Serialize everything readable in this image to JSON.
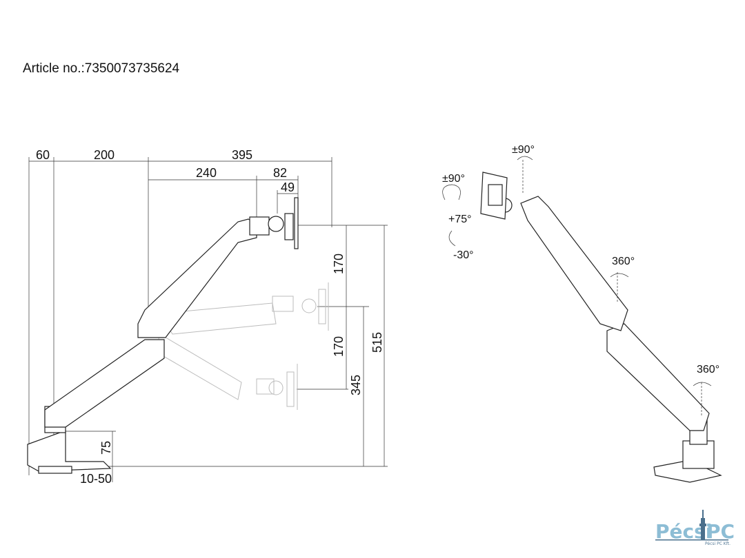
{
  "article": "Article no.:7350073735624",
  "side_view": {
    "dims_horizontal": [
      "60",
      "200",
      "395",
      "240",
      "82",
      "49"
    ],
    "dims_vertical": [
      "170",
      "170",
      "345",
      "515",
      "75",
      "10-50"
    ]
  },
  "perspective_view": {
    "angles": [
      "±90°",
      "±90°",
      "+75°",
      "-30°",
      "360°",
      "360°"
    ]
  },
  "logo": {
    "left": "Pécsi",
    "right": "PC",
    "sub": "Pécsi PC Kft.",
    "colors": {
      "light": "#8dbdd5",
      "dark": "#4a6f8c"
    }
  }
}
